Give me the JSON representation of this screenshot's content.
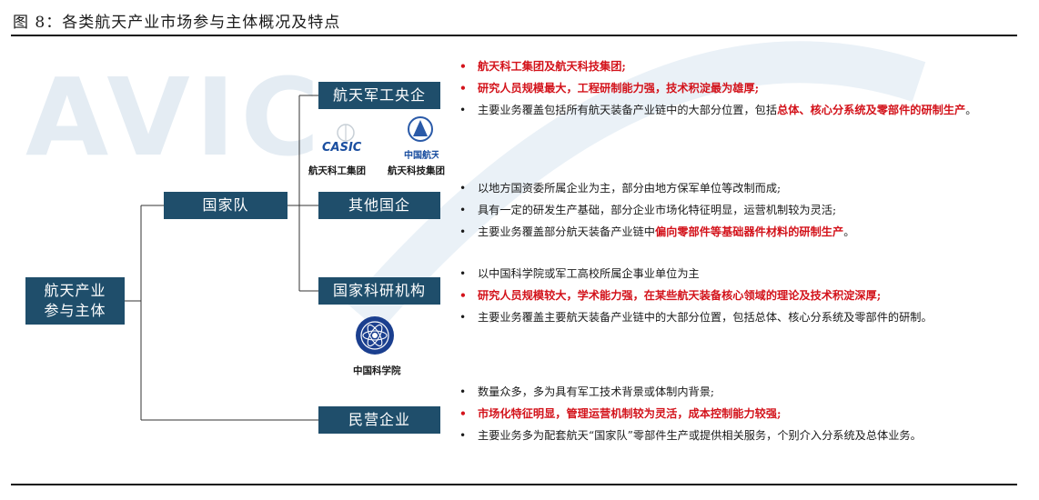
{
  "title": "图 8：各类航天产业市场参与主体概况及特点",
  "watermark": "AVIC",
  "colors": {
    "box_fill": "#1f4e6b",
    "highlight": "#d3131b",
    "watermark": "#e4ecf3"
  },
  "root": {
    "label_line1": "航天产业",
    "label_line2": "参与主体"
  },
  "national_team": {
    "label": "国家队"
  },
  "categories": [
    {
      "label": "航天军工央企"
    },
    {
      "label": "其他国企"
    },
    {
      "label": "国家科研机构"
    },
    {
      "label": "民营企业"
    }
  ],
  "logos": {
    "casic_caption": "航天科工集团",
    "cnsa_caption": "航天科技集团",
    "cas_caption": "中国科学院",
    "casic_mark": "CASIC",
    "cnsa_mark": "中国航天"
  },
  "bullets": {
    "soe": [
      {
        "text": "航天科工集团及航天科技集团;"
      },
      {
        "text": "研究人员规模最大，工程研制能力强，技术积淀最为雄厚;"
      },
      {
        "text_plain": "主要业务覆盖包括所有航天装备产业链中的大部分位置，包括",
        "text_red": "总体、核心分系统及零部件的研制生产",
        "text_end": "。"
      }
    ],
    "other_soe": [
      {
        "text": "以地方国资委所属企业为主，部分由地方保军单位等改制而成;"
      },
      {
        "text": "具有一定的研发生产基础，部分企业市场化特征明显，运营机制较为灵活;"
      },
      {
        "text_plain": "主要业务覆盖部分航天装备产业链中",
        "text_red": "偏向零部件等基础器件材料的研制生产",
        "text_end": "。"
      }
    ],
    "research": [
      {
        "text": "以中国科学院或军工高校所属企事业单位为主"
      },
      {
        "text": "研究人员规模较大，学术能力强，在某些航天装备核心领域的理论及技术积淀深厚;"
      },
      {
        "text": "主要业务覆盖主要航天装备产业链中的大部分位置，包括总体、核心分系统及零部件的研制。"
      }
    ],
    "private": [
      {
        "text": "数量众多，多为具有军工技术背景或体制内背景;"
      },
      {
        "text": "市场化特征明显，管理运营机制较为灵活，成本控制能力较强;"
      },
      {
        "text": "主要业务多为配套航天“国家队”零部件生产或提供相关服务，个别介入分系统及总体业务。"
      }
    ]
  }
}
